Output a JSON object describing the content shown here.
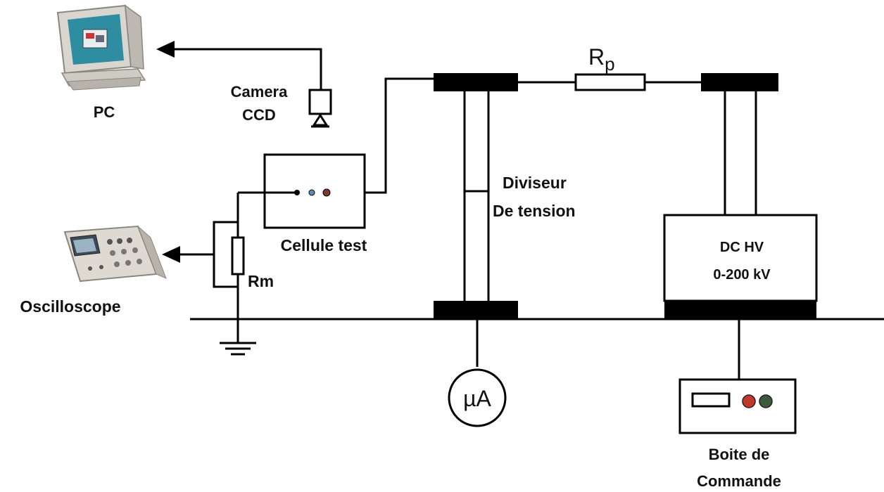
{
  "labels": {
    "pc": "PC",
    "camera_line1": "Camera",
    "camera_line2": "CCD",
    "cellule": "Cellule test",
    "oscilloscope": "Oscilloscope",
    "rm": "Rm",
    "rp_main": "R",
    "rp_sub": "p",
    "diviseur_line1": "Diviseur",
    "diviseur_line2": "De tension",
    "dchv_line1": "DC HV",
    "dchv_line2": "0-200 kV",
    "microamp": "µA",
    "boite_line1": "Boite de",
    "boite_line2": "Commande"
  },
  "icons": {
    "pc": "desktop-computer-icon",
    "oscilloscope": "oscilloscope-icon",
    "camera": "camera-icon",
    "ground": "ground-symbol-icon"
  },
  "colors": {
    "line": "#000000",
    "led_red": "#c0392b",
    "led_green": "#3b5a3b",
    "electrode_blue": "#5b8db8",
    "electrode_brown": "#7a3b2e"
  }
}
